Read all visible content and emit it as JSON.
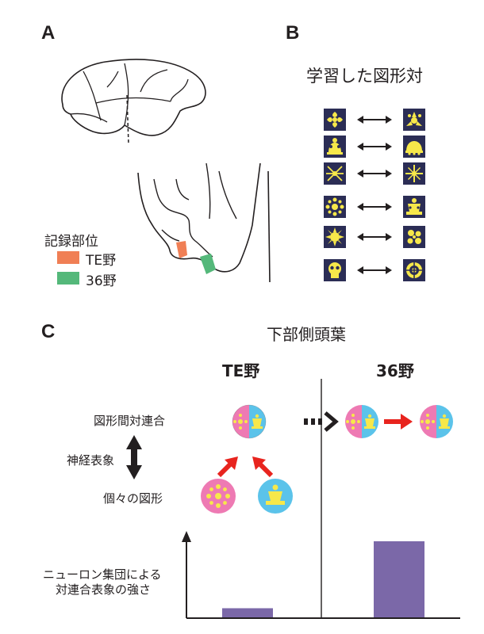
{
  "panels": {
    "a": "A",
    "b": "B",
    "c": "C"
  },
  "panel_a": {
    "legend_title": "記録部位",
    "legend": [
      {
        "label": "TE野",
        "color": "#f07f55"
      },
      {
        "label": "36野",
        "color": "#54b87a"
      }
    ]
  },
  "panel_b": {
    "title": "学習した図形対",
    "pair_icons": [
      [
        "clover-shape-icon",
        "triskelion-shape-icon"
      ],
      [
        "bell-shape-icon",
        "dome-shape-icon"
      ],
      [
        "x-tendril-shape-icon",
        "star-burst-shape-icon"
      ],
      [
        "flower-shape-icon",
        "cup-shape-icon"
      ],
      [
        "spiked-ball-shape-icon",
        "cluster-shape-icon"
      ],
      [
        "skull-shape-icon",
        "wheel-shape-icon"
      ]
    ],
    "tile_color": "#2b2d55",
    "shape_color": "#f7e84a"
  },
  "panel_c": {
    "title": "下部側頭葉",
    "col_te": "TE野",
    "col_36": "36野",
    "row_pair": "図形間対連合",
    "row_mid": "神経表象",
    "row_single": "個々の図形",
    "ylabel_line1": "ニューロン集団による",
    "ylabel_line2": "対連合表象の強さ",
    "colors": {
      "pink": "#ee7ab3",
      "blue": "#5bc3ea",
      "yellow": "#f7e84a",
      "red_arrow": "#e8241e",
      "bar": "#7b68a8"
    }
  },
  "chart_data": {
    "type": "bar",
    "categories": [
      "TE野",
      "36野"
    ],
    "values": [
      0.12,
      1.0
    ],
    "ylabel": "ニューロン集団による 対連合表象の強さ"
  }
}
